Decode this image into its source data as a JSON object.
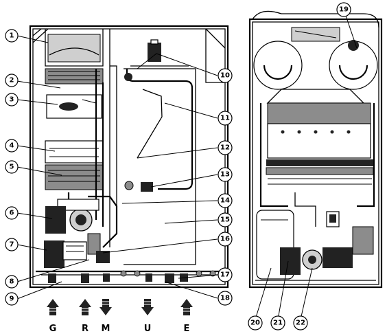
{
  "callouts_left": [
    "1",
    "2",
    "3",
    "4",
    "5",
    "6",
    "7",
    "8",
    "9"
  ],
  "callouts_mid": [
    "10",
    "11",
    "12",
    "13",
    "14",
    "15",
    "16",
    "17",
    "18"
  ],
  "callouts_right": [
    "19",
    "20",
    "21",
    "22"
  ],
  "connections": [
    "G",
    "R",
    "M",
    "U",
    "E"
  ]
}
